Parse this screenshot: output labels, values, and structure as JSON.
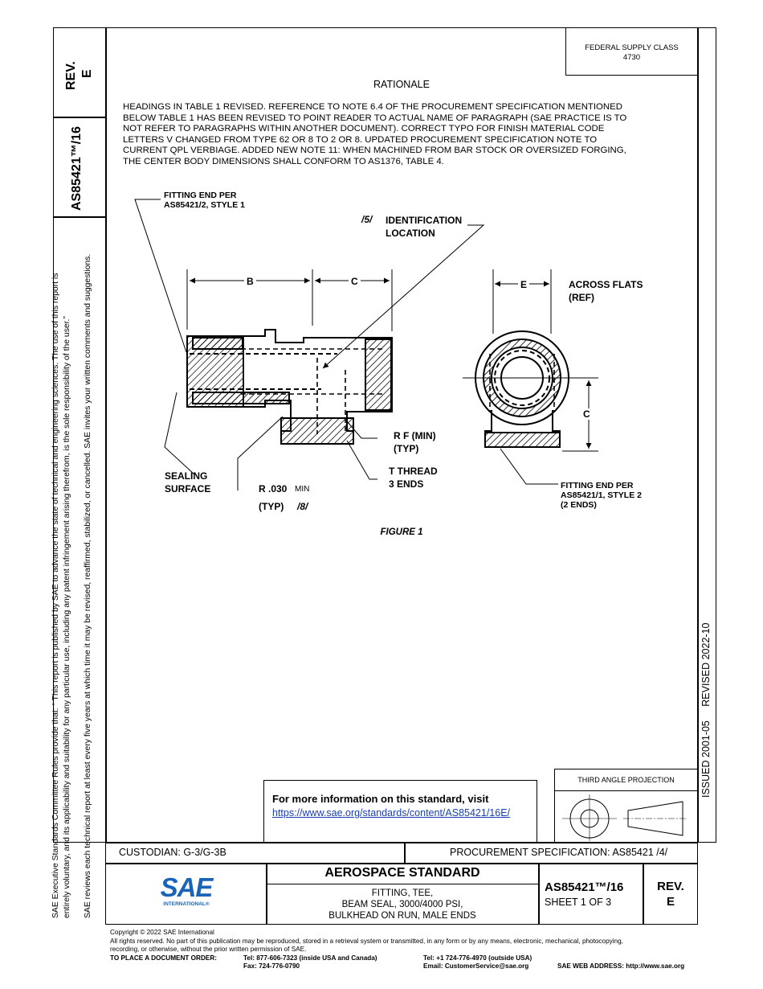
{
  "side_notice": {
    "line1": "SAE Executive Standards Committee Rules provide that: “ This report is published by SAE to advance the state of technical and engineering sciences. The use of this report is",
    "line2": "entirely voluntary, and its applicability and suitability for any particular use, including any patent infringement arising therefrom, is the sole responsibility of the user.”",
    "line3": "SAE reviews each technical report at least every five years at which time it may be revised, reaffirmed, stabilized, or cancelled. SAE invites your written comments and suggestions."
  },
  "left_tab": {
    "rev_label": "REV.",
    "rev_value": "E",
    "doc_number": "AS85421™/16"
  },
  "supply_class": {
    "line1": "FEDERAL SUPPLY CLASS",
    "line2": "4730"
  },
  "right_margin": {
    "dates": "ISSUED 2001-05     REVISED 2022-10"
  },
  "rationale": {
    "heading": "RATIONALE",
    "lines": [
      "HEADINGS IN TABLE 1 REVISED. REFERENCE TO NOTE 6.4 OF THE PROCUREMENT SPECIFICATION MENTIONED",
      "BELOW TABLE 1 HAS BEEN REVISED TO POINT READER TO ACTUAL NAME OF PARAGRAPH (SAE PRACTICE IS TO",
      "NOT REFER TO PARAGRAPHS WITHIN ANOTHER DOCUMENT). CORRECT TYPO FOR FINISH MATERIAL CODE",
      "LETTERS V CHANGED FROM TYPE 62 OR 8 TO 2 OR 8. UPDATED PROCUREMENT SPECIFICATION NOTE TO",
      "CURRENT QPL VERBIAGE. ADDED NEW NOTE 11: WHEN MACHINED FROM BAR STOCK OR OVERSIZED FORGING,",
      "THE CENTER BODY DIMENSIONS SHALL CONFORM TO AS1376, TABLE 4."
    ]
  },
  "figure": {
    "caption": "FIGURE 1",
    "labels": {
      "fitting_end_1a": "FITTING END PER",
      "fitting_end_1b": "AS85421/2, STYLE 1",
      "note5": "/5/",
      "ident_1": "IDENTIFICATION",
      "ident_2": "LOCATION",
      "dim_b": "B",
      "dim_c": "C",
      "dim_e": "E",
      "across_1": "ACROSS FLATS",
      "across_2": "(REF)",
      "dim_c2": "C",
      "rf_1": "R F (MIN)",
      "rf_2": "(TYP)",
      "thread_1": "T THREAD",
      "thread_2": "3 ENDS",
      "sealing_1": "SEALING",
      "sealing_2": "SURFACE",
      "r030": "R .030",
      "min": "MIN",
      "typ": "(TYP)",
      "note8": "/8/",
      "fitting_end_2a": "FITTING END PER",
      "fitting_end_2b": "AS85421/1, STYLE 2",
      "fitting_end_2c": "(2 ENDS)"
    }
  },
  "more_info": {
    "text": "For more information on this standard, visit",
    "url": "https://www.sae.org/standards/content/AS85421/16E/"
  },
  "projection": {
    "label": "THIRD ANGLE PROJECTION"
  },
  "title_block": {
    "custodian": "CUSTODIAN: G-3/G-3B",
    "procurement": "PROCUREMENT SPECIFICATION: AS85421 /4/",
    "logo_text": "SAE",
    "logo_sub": "INTERNATIONAL®",
    "standard_type": "AEROSPACE STANDARD",
    "title_lines": [
      "FITTING, TEE,",
      "BEAM SEAL, 3000/4000 PSI,",
      "BULKHEAD ON RUN, MALE ENDS"
    ],
    "doc_number": "AS85421™/16",
    "sheet": "SHEET 1 OF 3",
    "rev_label": "REV.",
    "rev_value": "E"
  },
  "footer": {
    "copyright": "Copyright © 2022 SAE International",
    "rights_1": "All rights reserved. No part of this publication may be reproduced, stored in a retrieval system or transmitted, in any form or by any means, electronic, mechanical, photocopying,",
    "rights_2": "recording, or otherwise, without the prior written permission of SAE.",
    "order_label": "TO PLACE A DOCUMENT ORDER:",
    "tel_us": "Tel: 877-606-7323 (inside USA and Canada)",
    "fax": "Fax: 724-776-0790",
    "tel_out": "Tel: +1 724-776-4970 (outside USA)",
    "email": "Email: CustomerService@sae.org",
    "web": "SAE WEB ADDRESS: http://www.sae.org"
  }
}
